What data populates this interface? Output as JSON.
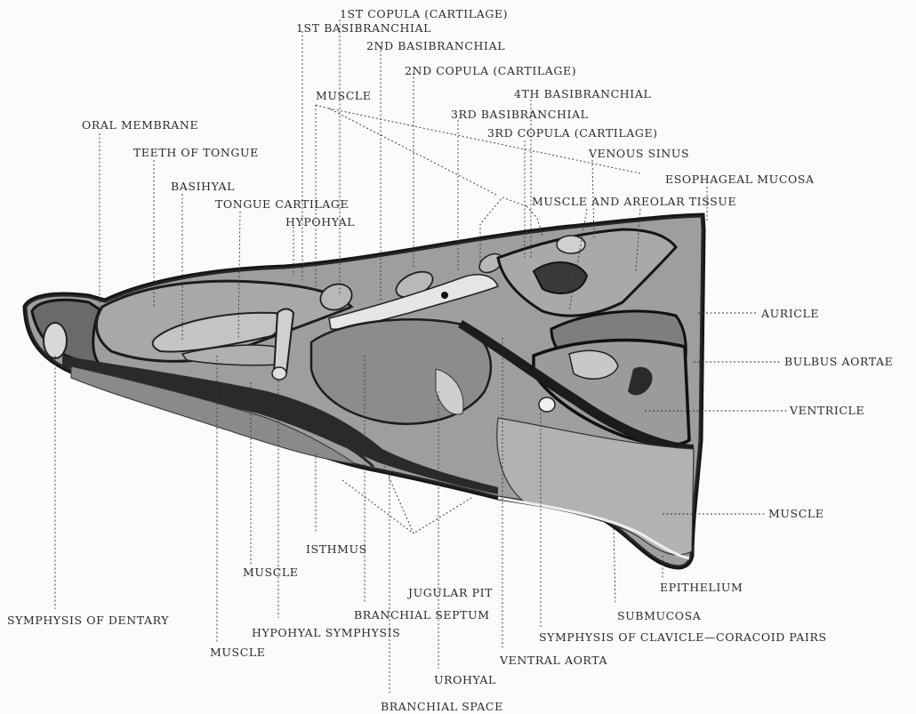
{
  "labels": {
    "copula1": "1ST COPULA (CARTILAGE)",
    "basibranchial1": "1ST BASIBRANCHIAL",
    "basibranchial2": "2ND BASIBRANCHIAL",
    "copula2": "2ND COPULA (CARTILAGE)",
    "muscle_top": "MUSCLE",
    "basibranchial4": "4TH BASIBRANCHIAL",
    "oral_membrane": "ORAL MEMBRANE",
    "basibranchial3": "3RD BASIBRANCHIAL",
    "copula3": "3RD COPULA (CARTILAGE)",
    "teeth_of_tongue": "TEETH OF TONGUE",
    "venous_sinus": "VENOUS SINUS",
    "basihyal": "BASIHYAL",
    "esophageal_mucosa": "ESOPHAGEAL MUCOSA",
    "tongue_cartilage": "TONGUE CARTILAGE",
    "muscle_areolar": "MUSCLE AND AREOLAR TISSUE",
    "hypohyal_upper": "HYPOHYAL",
    "auricle": "AURICLE",
    "bulbus_aortae": "BULBUS AORTAE",
    "ventricle": "VENTRICLE",
    "muscle_right": "MUSCLE",
    "isthmus": "ISTHMUS",
    "muscle_lower": "MUSCLE",
    "epithelium": "EPITHELIUM",
    "jugular_pit": "JUGULAR PIT",
    "symphysis_dentary": "SYMPHYSIS OF DENTARY",
    "branchial_septum": "BRANCHIAL SEPTUM",
    "submucosa": "SUBMUCOSA",
    "hypohyal_symphysis": "HYPOHYAL SYMPHYSIS",
    "symphysis_clavicle": "SYMPHYSIS OF CLAVICLE—CORACOID PAIRS",
    "muscle_bottom": "MUSCLE",
    "ventral_aorta": "VENTRAL AORTA",
    "urohyal": "UROHYAL",
    "branchial_space": "BRANCHIAL SPACE"
  },
  "colors": {
    "background": "#fbfbf9",
    "outline": "#151515",
    "tissue": "#9a9a9a",
    "tissue_light": "#c8c8c8",
    "cartilage": "#b5b5b5"
  }
}
